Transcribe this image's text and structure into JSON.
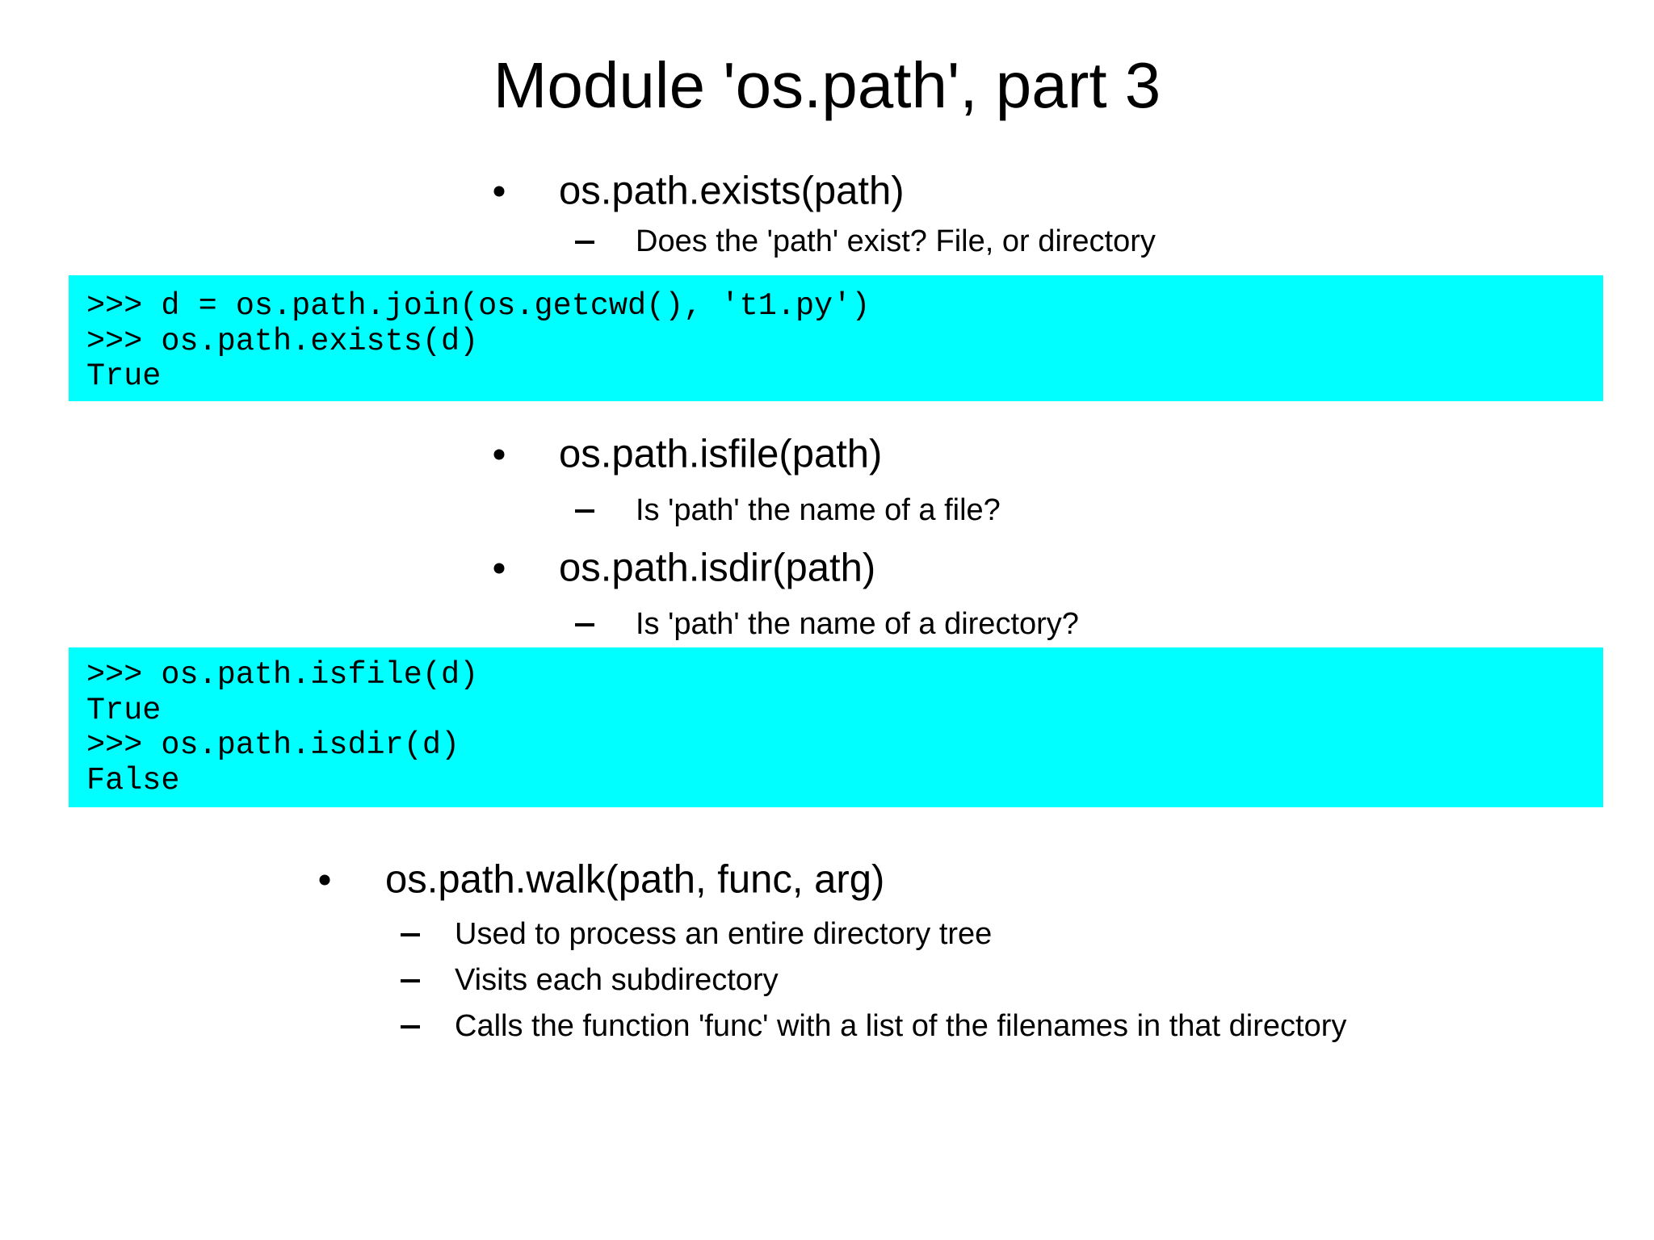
{
  "slide": {
    "title": "Module 'os.path', part 3",
    "colors": {
      "background": "#ffffff",
      "text": "#000000",
      "code_background": "#00ffff"
    },
    "markers": {
      "level1": "bullet-dot",
      "level2": "dash"
    },
    "bullets": {
      "exists": {
        "label": "os.path.exists(path)",
        "desc": "Does the 'path' exist? File, or directory"
      },
      "isfile": {
        "label": "os.path.isfile(path)",
        "desc": "Is 'path' the name of a file?"
      },
      "isdir": {
        "label": "os.path.isdir(path)",
        "desc": "Is 'path' the name of a directory?"
      },
      "walk": {
        "label": "os.path.walk(path, func, arg)",
        "descs": [
          "Used to process an entire directory tree",
          "Visits each subdirectory",
          "Calls the function 'func' with a list of the filenames in that directory"
        ]
      }
    },
    "code_block_1": {
      "lines": [
        ">>> d = os.path.join(os.getcwd(), 't1.py')",
        ">>> os.path.exists(d)",
        "True"
      ]
    },
    "code_block_2": {
      "lines": [
        ">>> os.path.isfile(d)",
        "True",
        ">>> os.path.isdir(d)",
        "False"
      ]
    }
  }
}
